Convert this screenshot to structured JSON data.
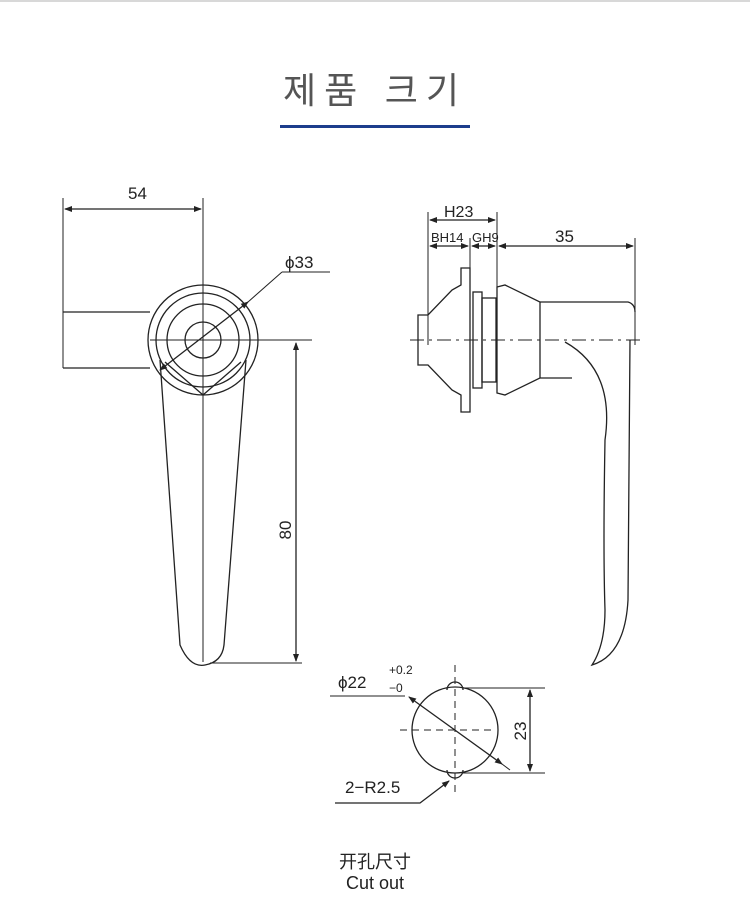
{
  "title": "제품 크기",
  "accent_color": "#1c3d8c",
  "front_view": {
    "width_dim": "54",
    "diameter_dim": "ϕ33",
    "length_dim": "80"
  },
  "side_view": {
    "h_dim": "H23",
    "bh_dim": "BH14",
    "gh_dim": "GH9",
    "handle_dim": "35"
  },
  "cutout": {
    "diameter": "ϕ22",
    "tol_plus": "+0.2",
    "tol_minus": "−0",
    "height_dim": "23",
    "radius": "2−R2.5",
    "label_cn": "开孔尺寸",
    "label_en": "Cut out"
  }
}
